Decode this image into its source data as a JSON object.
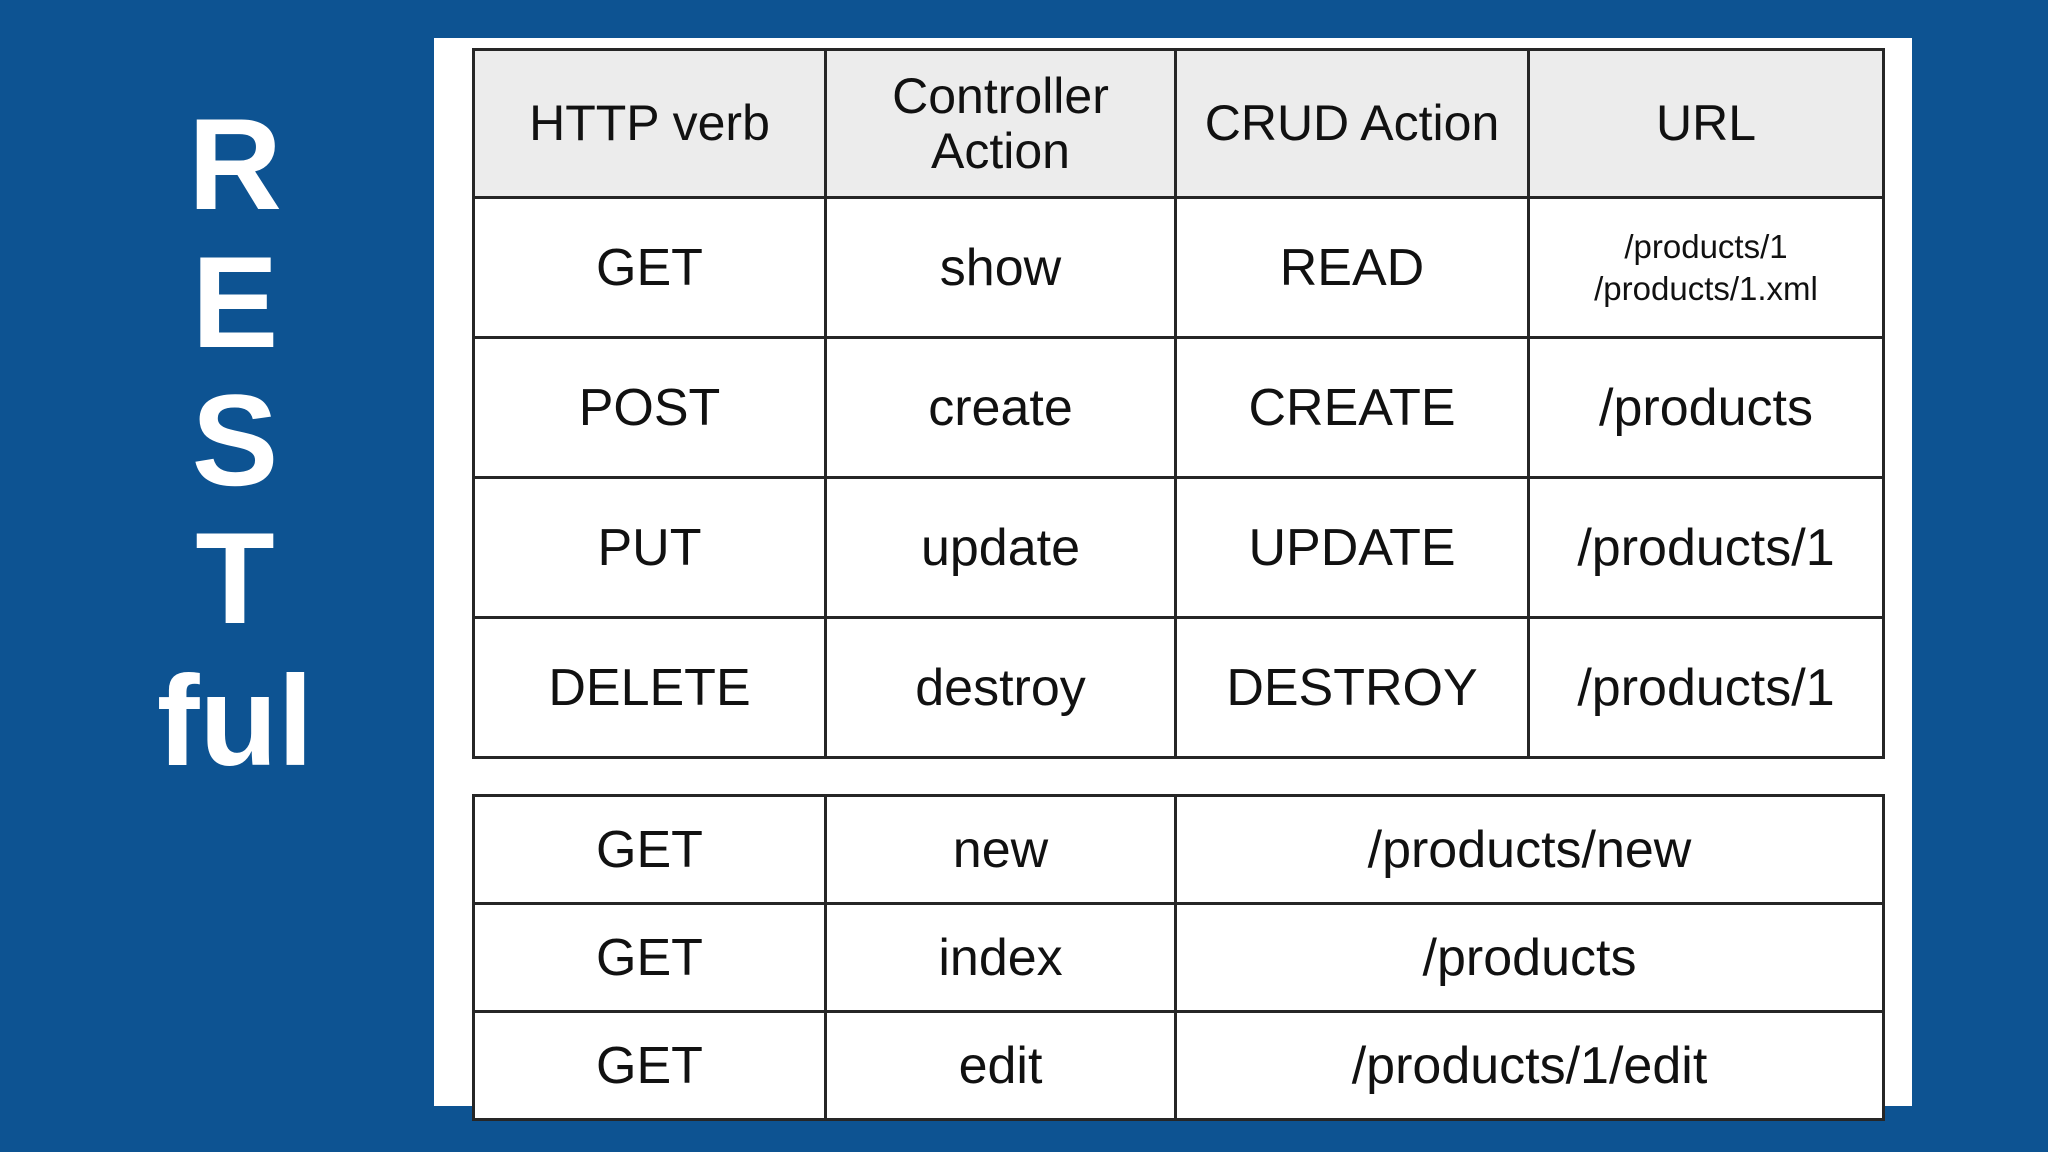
{
  "theme": {
    "background_color": "#0d5392",
    "card_color": "#ffffff",
    "header_fill": "#ececec",
    "border_color": "#262626",
    "text_color": "#111111",
    "wordmark_color": "#ffffff"
  },
  "wordmark": {
    "name": "RESTful",
    "letters": [
      "R",
      "E",
      "S",
      "T"
    ],
    "suffix": "ful"
  },
  "main_table": {
    "headers": [
      "HTTP verb",
      "Controller Action",
      "CRUD Action",
      "URL"
    ],
    "header_lines": {
      "controller_action": [
        "Controller",
        "Action"
      ]
    },
    "rows": [
      {
        "http_verb": "GET",
        "controller_action": "show",
        "crud_action": "READ",
        "url": "/products/1\n/products/1.xml",
        "url_lines": [
          "/products/1",
          "/products/1.xml"
        ]
      },
      {
        "http_verb": "POST",
        "controller_action": "create",
        "crud_action": "CREATE",
        "url": "/products",
        "url_lines": [
          "/products"
        ]
      },
      {
        "http_verb": "PUT",
        "controller_action": "update",
        "crud_action": "UPDATE",
        "url": "/products/1",
        "url_lines": [
          "/products/1"
        ]
      },
      {
        "http_verb": "DELETE",
        "controller_action": "destroy",
        "crud_action": "DESTROY",
        "url": "/products/1",
        "url_lines": [
          "/products/1"
        ]
      }
    ]
  },
  "extra_table": {
    "rows": [
      {
        "http_verb": "GET",
        "controller_action": "new",
        "url": "/products/new"
      },
      {
        "http_verb": "GET",
        "controller_action": "index",
        "url": "/products"
      },
      {
        "http_verb": "GET",
        "controller_action": "edit",
        "url": "/products/1/edit"
      }
    ]
  }
}
